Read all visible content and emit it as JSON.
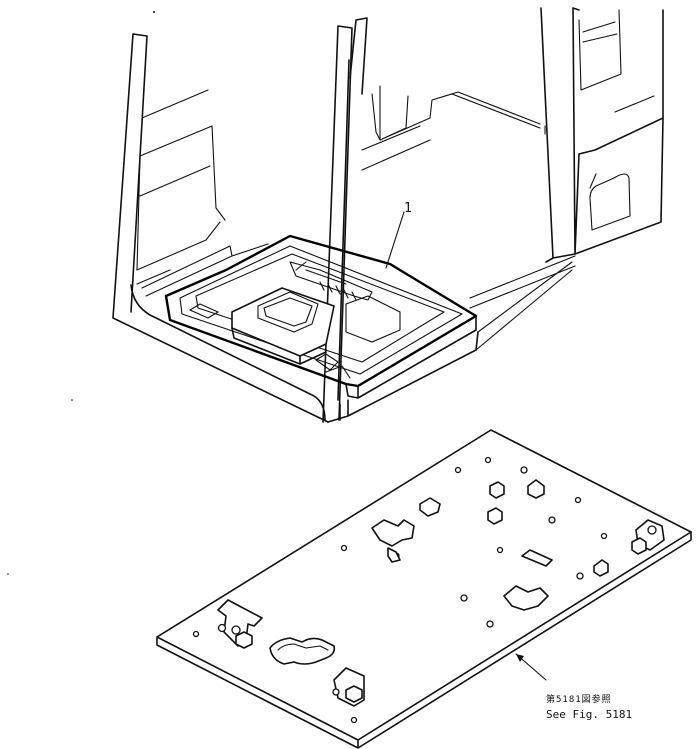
{
  "diagram": {
    "callouts": [
      {
        "id": "1",
        "label": "1"
      }
    ],
    "reference": {
      "japanese": "第5181図参照",
      "english": "See Fig. 5181"
    }
  }
}
